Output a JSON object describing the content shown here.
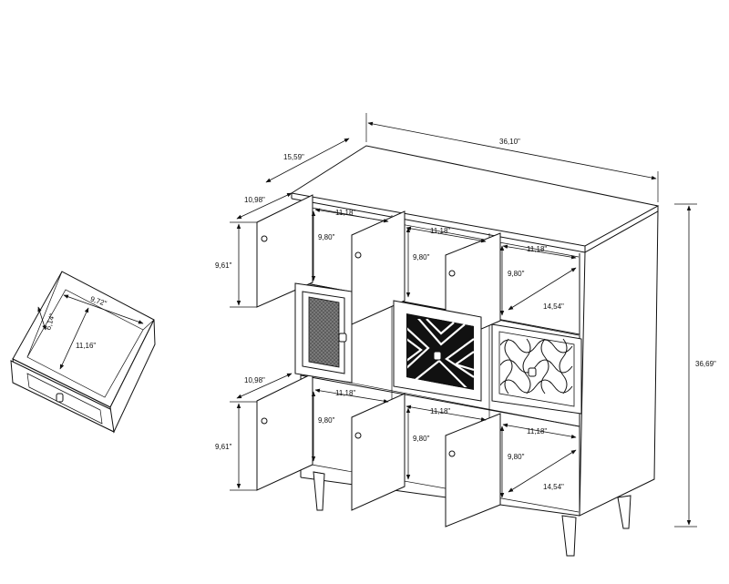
{
  "drawer": {
    "width_label": "9,72\"",
    "depth_label": "11,16\"",
    "height_label": "6,14\""
  },
  "cabinet": {
    "overall_width": "36,10\"",
    "overall_depth": "15,59\"",
    "overall_height": "36,69\"",
    "door_width_top": "10,98\"",
    "door_width_bottom": "10,98\"",
    "door_height_top": "9,61\"",
    "door_height_bottom": "9,61\"",
    "cubby_width": "11,18\"",
    "cubby_height": "9,80\"",
    "cubby_depth": "14,54\""
  }
}
